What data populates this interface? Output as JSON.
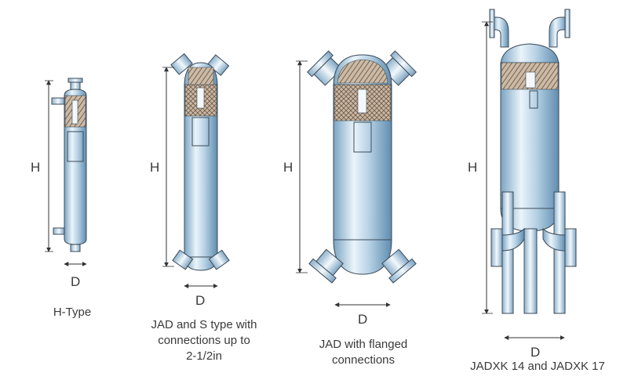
{
  "colors": {
    "vessel_light": "#eef6fb",
    "vessel_dark": "#6f9cbc",
    "outline": "#3b4a58",
    "mesh": "#8a7560",
    "dim_line": "#333333"
  },
  "figures": [
    {
      "h_label": "H",
      "d_label": "D",
      "caption_lines": [
        "H-Type"
      ]
    },
    {
      "h_label": "H",
      "d_label": "D",
      "caption_lines": [
        "JAD and S type with",
        "connections up to",
        "2-1/2in"
      ]
    },
    {
      "h_label": "H",
      "d_label": "D",
      "caption_lines": [
        "JAD with flanged",
        "connections"
      ]
    },
    {
      "h_label": "H",
      "d_label": "D",
      "caption_lines": [
        "JADXK 14 and JADXK 17"
      ]
    }
  ]
}
